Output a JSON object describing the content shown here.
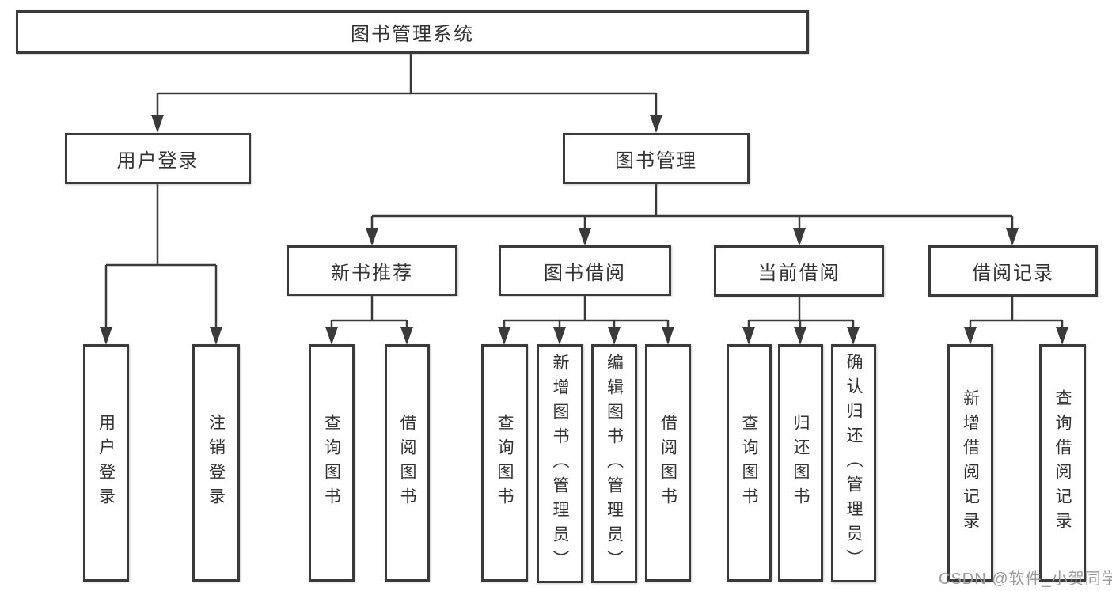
{
  "colors": {
    "line": "#3a3a3a",
    "text": "#333333",
    "watermark": "#9b9b9b",
    "background": "#ffffff"
  },
  "tree": {
    "root": {
      "label": "图书管理系统"
    },
    "branches": [
      {
        "label": "用户登录",
        "children": [
          {
            "label": "用户登录"
          },
          {
            "label": "注销登录"
          }
        ]
      },
      {
        "label": "图书管理",
        "children": [
          {
            "label": "新书推荐",
            "children": [
              {
                "label": "查询图书"
              },
              {
                "label": "借阅图书"
              }
            ]
          },
          {
            "label": "图书借阅",
            "children": [
              {
                "label": "查询图书"
              },
              {
                "label": "新增图书（管理员）"
              },
              {
                "label": "编辑图书（管理员）"
              },
              {
                "label": "借阅图书"
              }
            ]
          },
          {
            "label": "当前借阅",
            "children": [
              {
                "label": "查询图书"
              },
              {
                "label": "归还图书"
              },
              {
                "label": "确认归还（管理员）"
              }
            ]
          },
          {
            "label": "借阅记录",
            "children": [
              {
                "label": "新增借阅记录"
              },
              {
                "label": "查询借阅记录"
              }
            ]
          }
        ]
      }
    ]
  },
  "watermark": {
    "text": "CSDN @软件_小贺同学"
  }
}
